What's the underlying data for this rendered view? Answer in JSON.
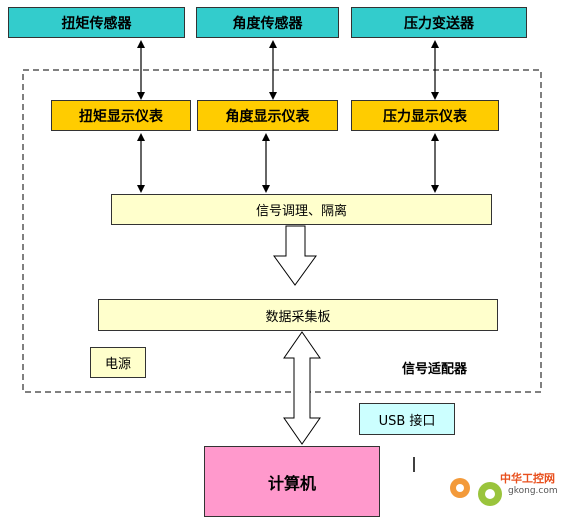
{
  "sensors": {
    "torque": "扭矩传感器",
    "angle": "角度传感器",
    "pressure": "压力变送器"
  },
  "meters": {
    "torque": "扭矩显示仪表",
    "angle": "角度显示仪表",
    "pressure": "压力显示仪表"
  },
  "conditioning": "信号调理、隔离",
  "daq_board": "数据采集板",
  "power": "电源",
  "adapter_label": "信号适配器",
  "usb_port": "USB 接口",
  "computer": "计算机",
  "watermark": {
    "name": "中华工控网",
    "url": "gkong.com"
  },
  "colors": {
    "sensor": "#33cccc",
    "meter": "#ffcc00",
    "pale": "#ffffcc",
    "usb": "#ccffff",
    "computer": "#ff99cc"
  }
}
